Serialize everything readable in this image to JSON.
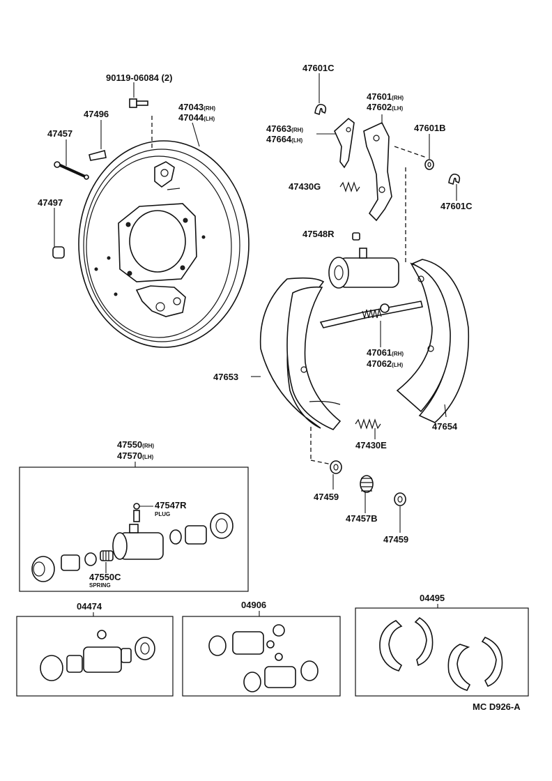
{
  "diagram_ref": "MC D926-A",
  "parts": {
    "bolt": {
      "number": "90119-06084",
      "qty": "(2)"
    },
    "backing_plate": {
      "number_rh": "47043",
      "number_lh": "47044",
      "suffix_rh": "(RH)",
      "suffix_lh": "(LH)"
    },
    "hold_down_cup": {
      "number": "47496"
    },
    "hold_down_pin": {
      "number": "47457"
    },
    "plug": {
      "number": "47497"
    },
    "clip_top": {
      "number": "47601C"
    },
    "clip_right": {
      "number": "47601C"
    },
    "lever_rh": {
      "number": "47601",
      "suffix": "(RH)"
    },
    "lever_lh": {
      "number": "47602",
      "suffix": "(LH)"
    },
    "adjust_lever_rh": {
      "number": "47663",
      "suffix": "(RH)"
    },
    "adjust_lever_lh": {
      "number": "47664",
      "suffix": "(LH)"
    },
    "washer": {
      "number": "47601B"
    },
    "spring_g": {
      "number": "47430G"
    },
    "bleeder_cap": {
      "number": "47548R"
    },
    "adjuster_rh": {
      "number": "47061",
      "suffix": "(RH)"
    },
    "adjuster_lh": {
      "number": "47062",
      "suffix": "(LH)"
    },
    "shoe_front": {
      "number": "47653"
    },
    "shoe_rear": {
      "number": "47654"
    },
    "spring_e": {
      "number": "47430E"
    },
    "retainer_left": {
      "number": "47459"
    },
    "compression_spring": {
      "number": "47457B"
    },
    "retainer_right": {
      "number": "47459"
    },
    "wheel_cylinder_rh": {
      "number": "47550",
      "suffix": "(RH)"
    },
    "wheel_cylinder_lh": {
      "number": "47570",
      "suffix": "(LH)"
    },
    "plug_part": {
      "number": "47547R",
      "name": "PLUG"
    },
    "spring_part": {
      "number": "47550C",
      "name": "SPRING"
    },
    "kit_1": {
      "number": "04474"
    },
    "kit_2": {
      "number": "04906"
    },
    "kit_3": {
      "number": "04495"
    }
  }
}
